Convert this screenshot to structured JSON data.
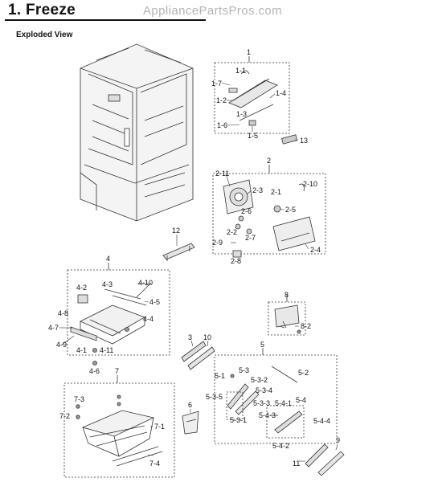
{
  "header": {
    "title": "1.  Freeze",
    "watermark": "AppliancePartsPros.com",
    "subtitle": "Exploded View"
  },
  "callouts": {
    "g1": "1",
    "c1_1": "1-1",
    "c1_7": "1-7",
    "c1_2": "1-2",
    "c1_4": "1-4",
    "c1_3": "1-3",
    "c1_6": "1-6",
    "c1_5": "1-5",
    "c13": "13",
    "g2": "2",
    "c2_11": "2-11",
    "c2_3": "2-3",
    "c2_10": "2-10",
    "c2_1": "2-1",
    "c2_5": "2-5",
    "c2_6": "2-6",
    "c2_2": "2-2",
    "c2_7": "2-7",
    "c2_9": "2-9",
    "c2_8": "2-8",
    "c2_4": "2-4",
    "c12": "12",
    "g4": "4",
    "c4_2": "4-2",
    "c4_3": "4-3",
    "c4_10": "4-10",
    "c4_5": "4-5",
    "c4_8": "4-8",
    "c4_7": "4-7",
    "c4_4": "4-4",
    "c4_9": "4-9",
    "c4_1": "4-1",
    "c4_11": "4-11",
    "c4_6": "4-6",
    "g8": "8",
    "c8_2": "8-2",
    "c3": "3",
    "c10": "10",
    "g5": "5",
    "c5_1": "5-1",
    "c5_3": "5-3",
    "c5_3_2": "5-3-2",
    "c5_3_4": "5-3-4",
    "c5_2": "5-2",
    "c5_3_5": "5-3-5",
    "c5_3_3": "5-3-3",
    "c5_3_1": "5-3-1",
    "c5_4": "5-4",
    "c5_4_1": "5-4-1",
    "c5_4_3": "5-4-3",
    "c5_4_4": "5-4-4",
    "c5_4_2": "5-4-2",
    "g7": "7",
    "c7_3": "7-3",
    "c7_2": "7-2",
    "c7_1": "7-1",
    "c7_4": "7-4",
    "c6": "6",
    "c9": "9",
    "c11": "11"
  }
}
